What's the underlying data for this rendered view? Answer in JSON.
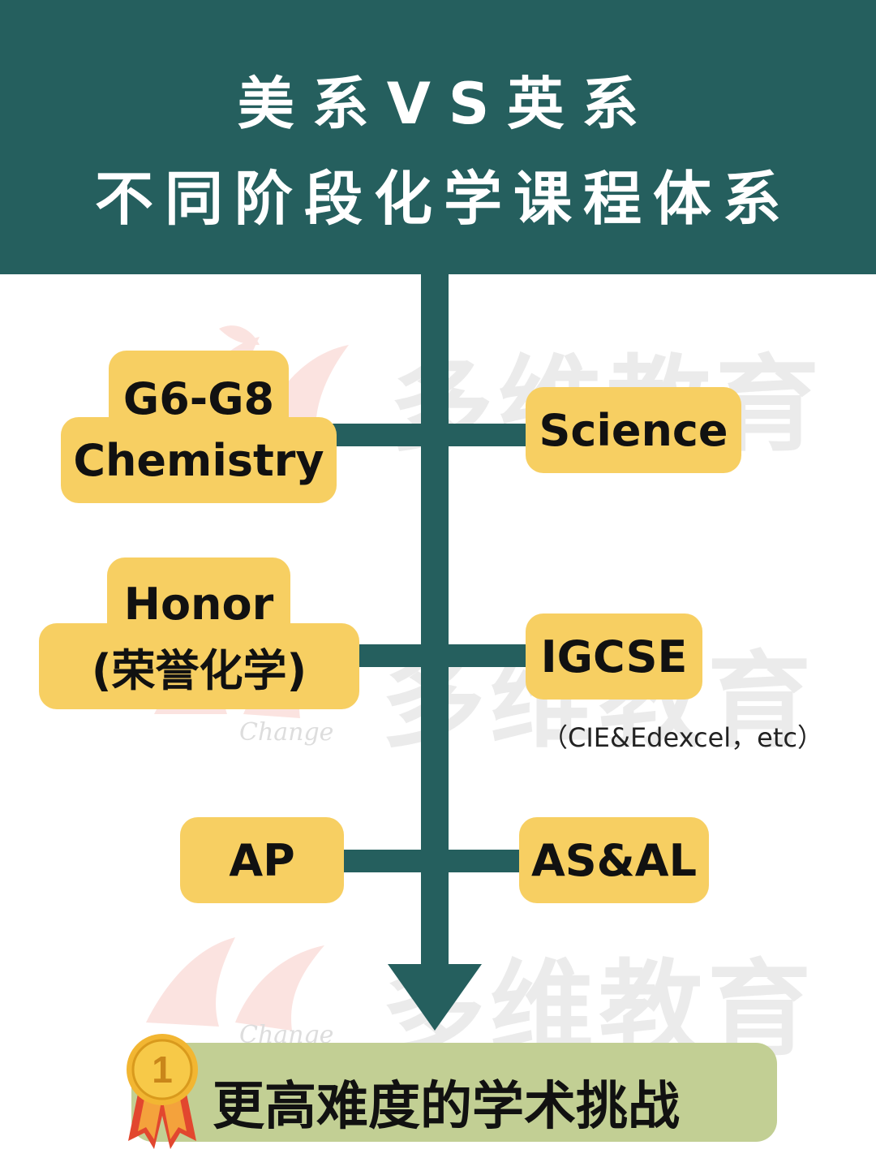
{
  "header": {
    "title_line1": "美系VS英系",
    "title_line2": "不同阶段化学课程体系"
  },
  "watermark": {
    "text": "多维教育",
    "sub": "Change"
  },
  "american_track": {
    "g6_g8_line1": "G6-G8",
    "g6_g8_line2": "Chemistry",
    "honor_line1": "Honor",
    "honor_line2": "(荣誉化学)",
    "ap": "AP"
  },
  "british_track": {
    "science": "Science",
    "igcse": "IGCSE",
    "igcse_note": "（CIE&Edexcel，etc）",
    "as_al": "AS&AL"
  },
  "footer": {
    "badge_number": "1",
    "text": "更高难度的学术挑战"
  },
  "colors": {
    "teal": "#255f5e",
    "box_yellow": "#f7cf62",
    "footer_green": "#c2cf94",
    "medal_gold": "#f2b632",
    "ribbon_red": "#e2472f"
  }
}
